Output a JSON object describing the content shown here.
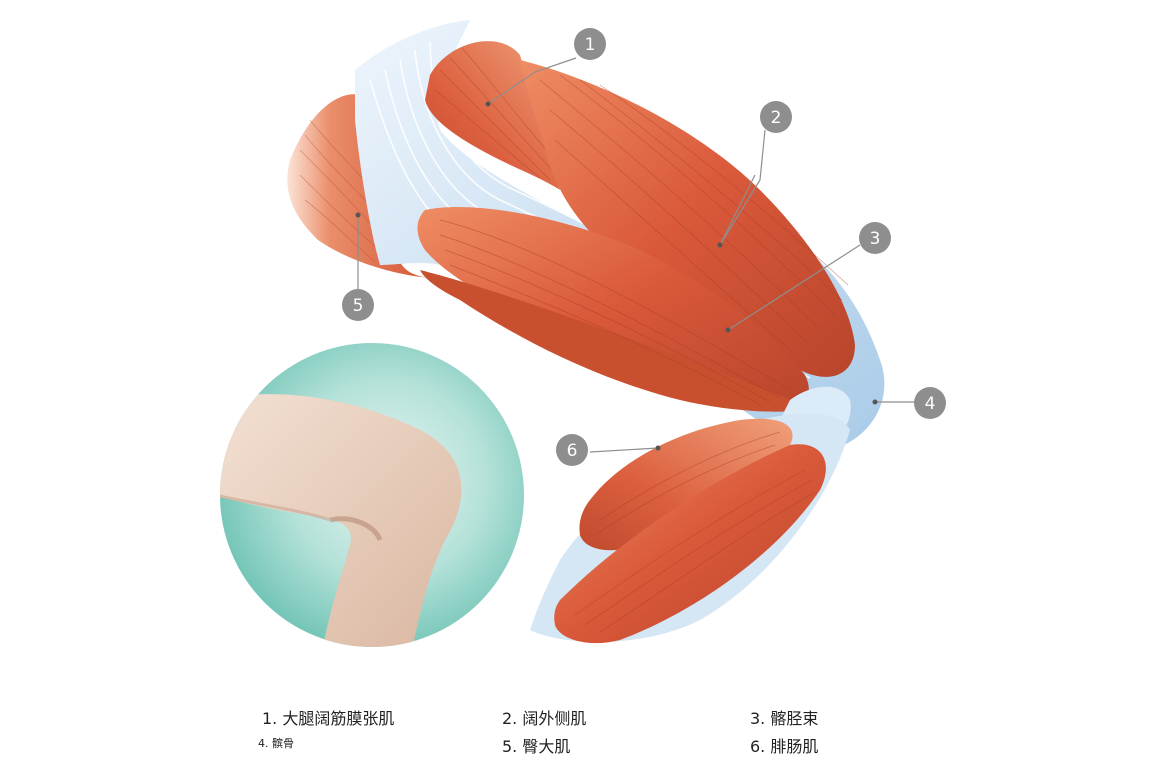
{
  "callouts": [
    {
      "number": "1"
    },
    {
      "number": "2"
    },
    {
      "number": "3"
    },
    {
      "number": "4"
    },
    {
      "number": "5"
    },
    {
      "number": "6"
    }
  ],
  "legend": [
    {
      "text": "1. 大腿阔筋膜张肌"
    },
    {
      "text": "2. 阔外侧肌"
    },
    {
      "text": "3. 髂胫束"
    },
    {
      "text": "4. 髌骨"
    },
    {
      "text": "5. 臀大肌"
    },
    {
      "text": "6. 腓肠肌"
    }
  ],
  "colors": {
    "muscle": "#d9583a",
    "muscle_dark": "#b8452b",
    "muscle_light": "#ee8a62",
    "tendon": "#b9d6ee",
    "tendon_light": "#e3eff9",
    "callout": "#8e8e8e",
    "inset_bg": "#8fd3c6",
    "skin": "#ead0bf"
  }
}
